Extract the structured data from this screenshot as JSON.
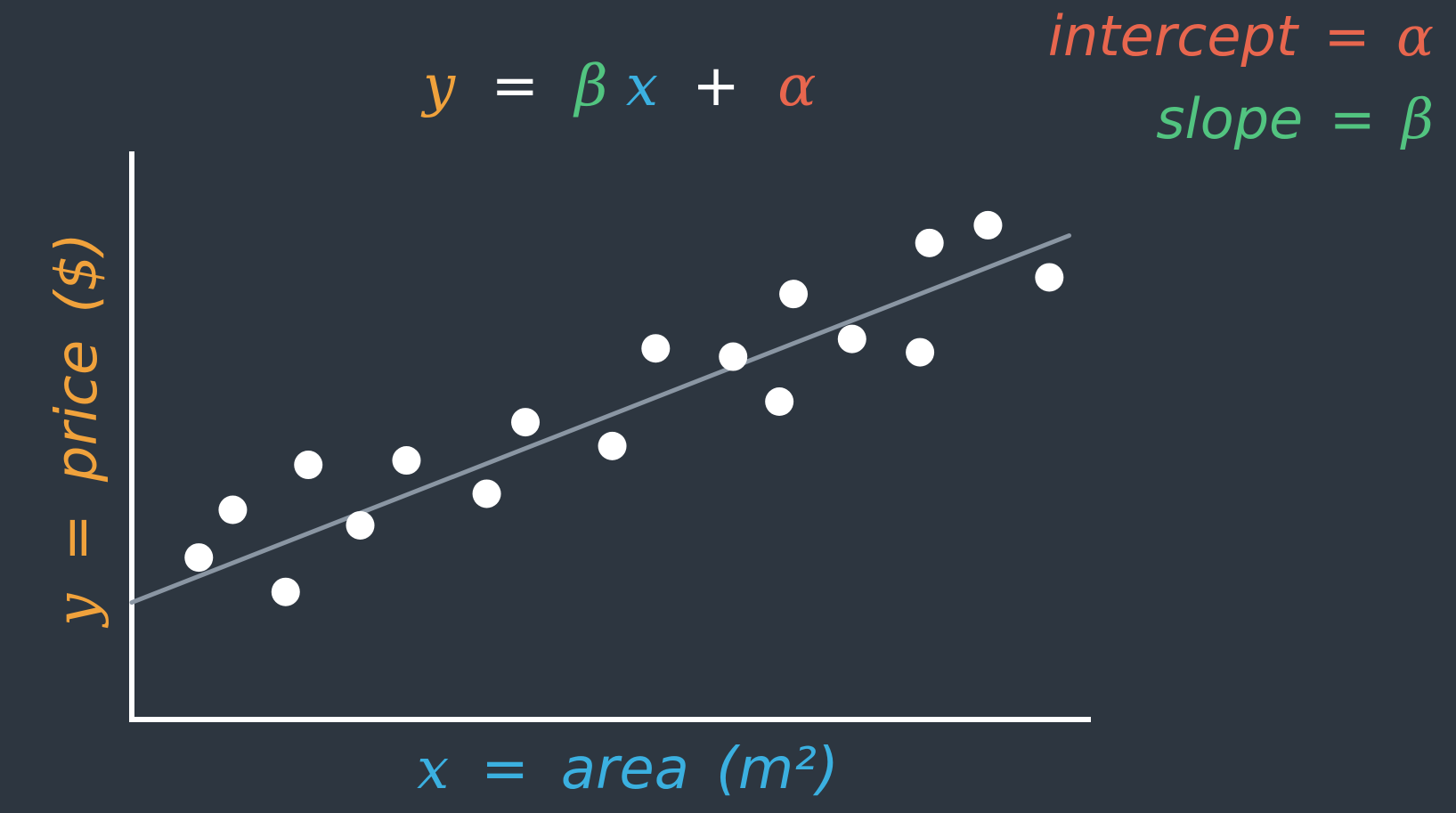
{
  "colors": {
    "background": "#2d3640",
    "orange": "#f0a23c",
    "green": "#52c480",
    "blue": "#3bb0e0",
    "red": "#e8664e",
    "axis": "#ffffff",
    "point": "#ffffff",
    "fit_line": "#8a96a3"
  },
  "equation": {
    "y": "y",
    "equals": "=",
    "beta": "β",
    "x": "x",
    "plus": "+",
    "alpha": "α"
  },
  "legend": {
    "intercept_word": "intercept",
    "intercept_equals": "=",
    "intercept_symbol": "α",
    "slope_word": "slope",
    "slope_equals": "=",
    "slope_symbol": "β"
  },
  "chart_data": {
    "type": "scatter",
    "xlabel": {
      "var": "x",
      "equals": "=",
      "name": "area",
      "unit": "(m²)"
    },
    "ylabel": {
      "var": "y",
      "equals": "=",
      "name": "price",
      "unit": "($)"
    },
    "xlim": [
      0,
      100
    ],
    "ylim": [
      0,
      100
    ],
    "grid": false,
    "points": [
      {
        "x": 7.1,
        "y": 29.2
      },
      {
        "x": 10.7,
        "y": 37.8
      },
      {
        "x": 16.3,
        "y": 23.0
      },
      {
        "x": 18.7,
        "y": 45.9
      },
      {
        "x": 24.2,
        "y": 35.0
      },
      {
        "x": 29.1,
        "y": 46.7
      },
      {
        "x": 37.6,
        "y": 40.7
      },
      {
        "x": 41.7,
        "y": 53.6
      },
      {
        "x": 50.9,
        "y": 49.3
      },
      {
        "x": 55.5,
        "y": 66.9
      },
      {
        "x": 63.7,
        "y": 65.4
      },
      {
        "x": 68.6,
        "y": 57.3
      },
      {
        "x": 70.1,
        "y": 76.7
      },
      {
        "x": 76.3,
        "y": 68.6
      },
      {
        "x": 83.5,
        "y": 66.2
      },
      {
        "x": 84.5,
        "y": 85.9
      },
      {
        "x": 90.7,
        "y": 89.1
      },
      {
        "x": 97.2,
        "y": 79.7
      }
    ],
    "fit": {
      "intercept": 21.1,
      "slope": 0.666,
      "x_end": 99.3
    }
  }
}
